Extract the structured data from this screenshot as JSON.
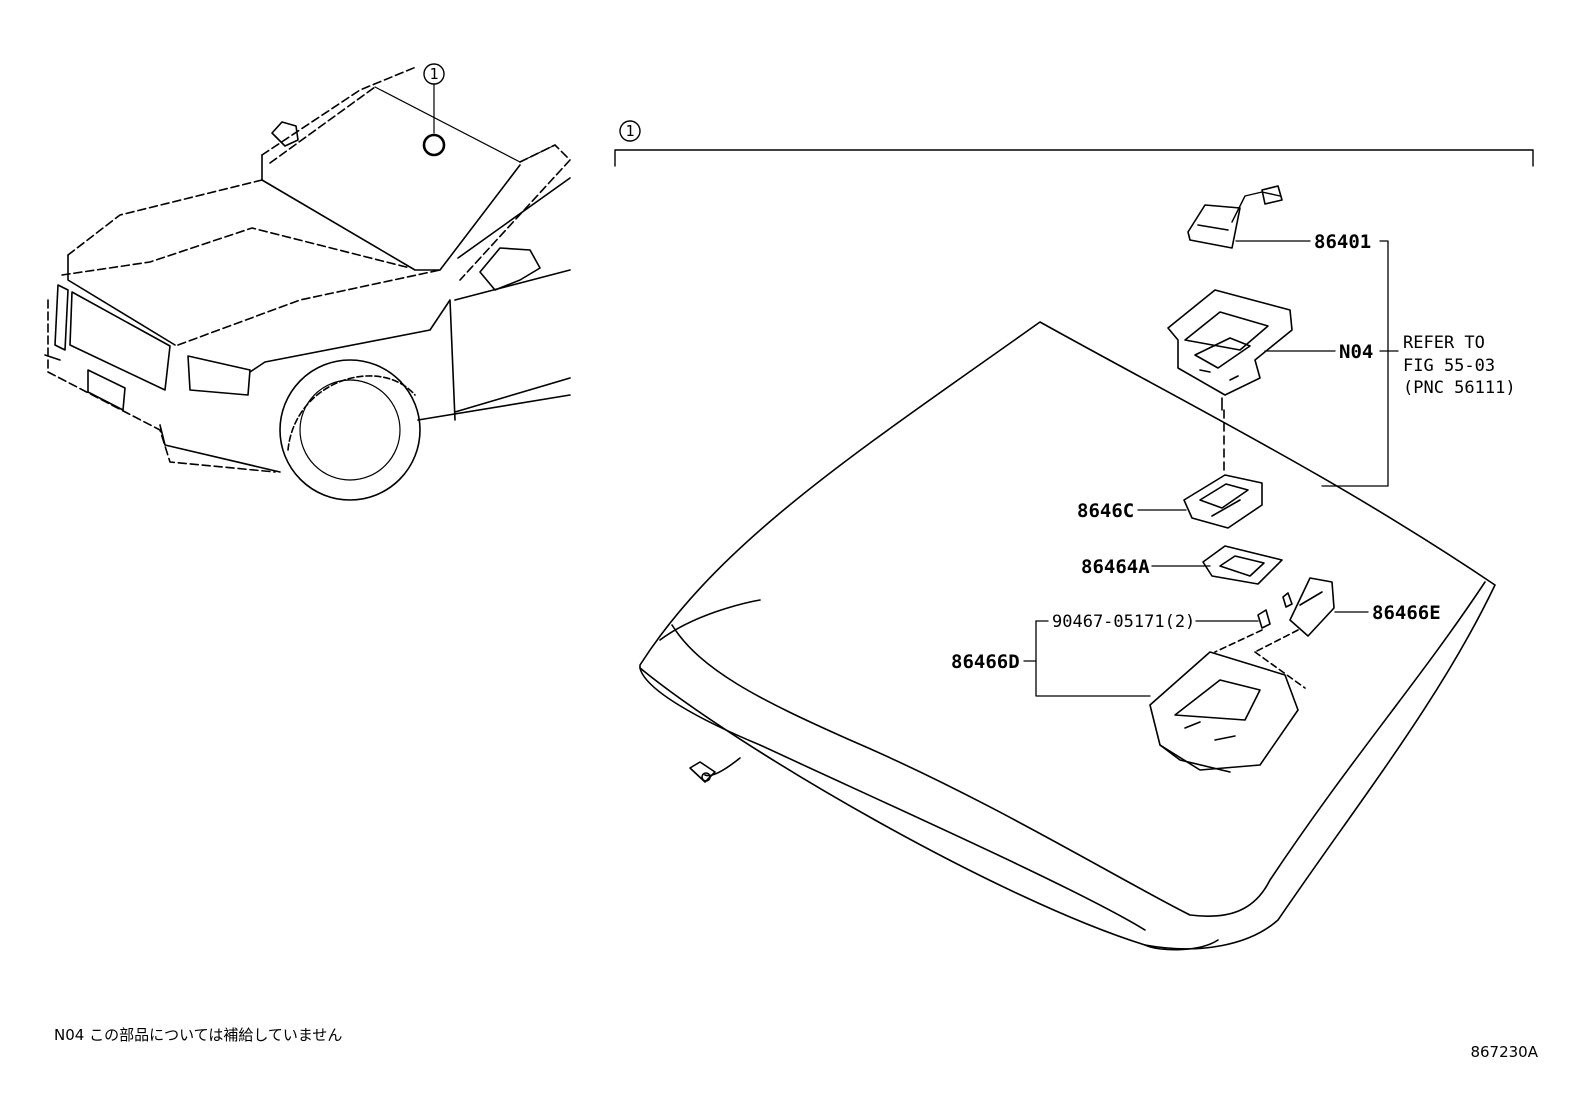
{
  "callouts": {
    "car_callout": "1",
    "bracket_callout": "1"
  },
  "parts": {
    "p86401": "86401",
    "pN04": "N04",
    "p8646C": "8646C",
    "p86464A": "86464A",
    "p90467": "90467-05171(2)",
    "p86466D": "86466D",
    "p86466E": "86466E"
  },
  "refer": {
    "line1": "REFER TO",
    "line2": "FIG 55-03",
    "line3": "(PNC 56111)"
  },
  "footnote": "N04  この部品については補給していません",
  "diagram_code": "867230A"
}
